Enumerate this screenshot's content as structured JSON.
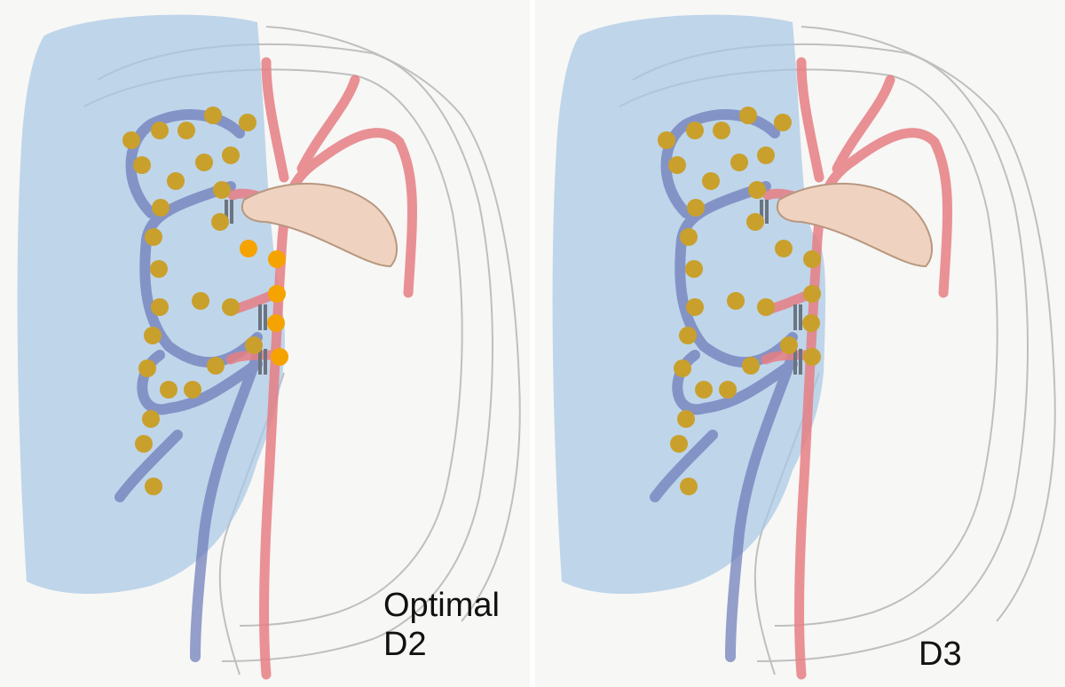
{
  "panels": [
    {
      "id": "left",
      "caption_lines": [
        "Optimal",
        "D2"
      ]
    },
    {
      "id": "right",
      "caption_lines": [
        "D3"
      ]
    }
  ],
  "colors": {
    "background": "#f7f7f5",
    "resection_zone": "#a9c8e6",
    "artery": "#e67f84",
    "vein": "#6a78b8",
    "pancreas": "#efd2bf",
    "node_primary": "#c9a02c",
    "node_secondary": "#f5a300",
    "clip": "#6b7480",
    "sketch": "#9a9a9a"
  },
  "icons": {
    "lymph_node": "filled-circle",
    "vessel_ligation": "double-bar-clip"
  }
}
